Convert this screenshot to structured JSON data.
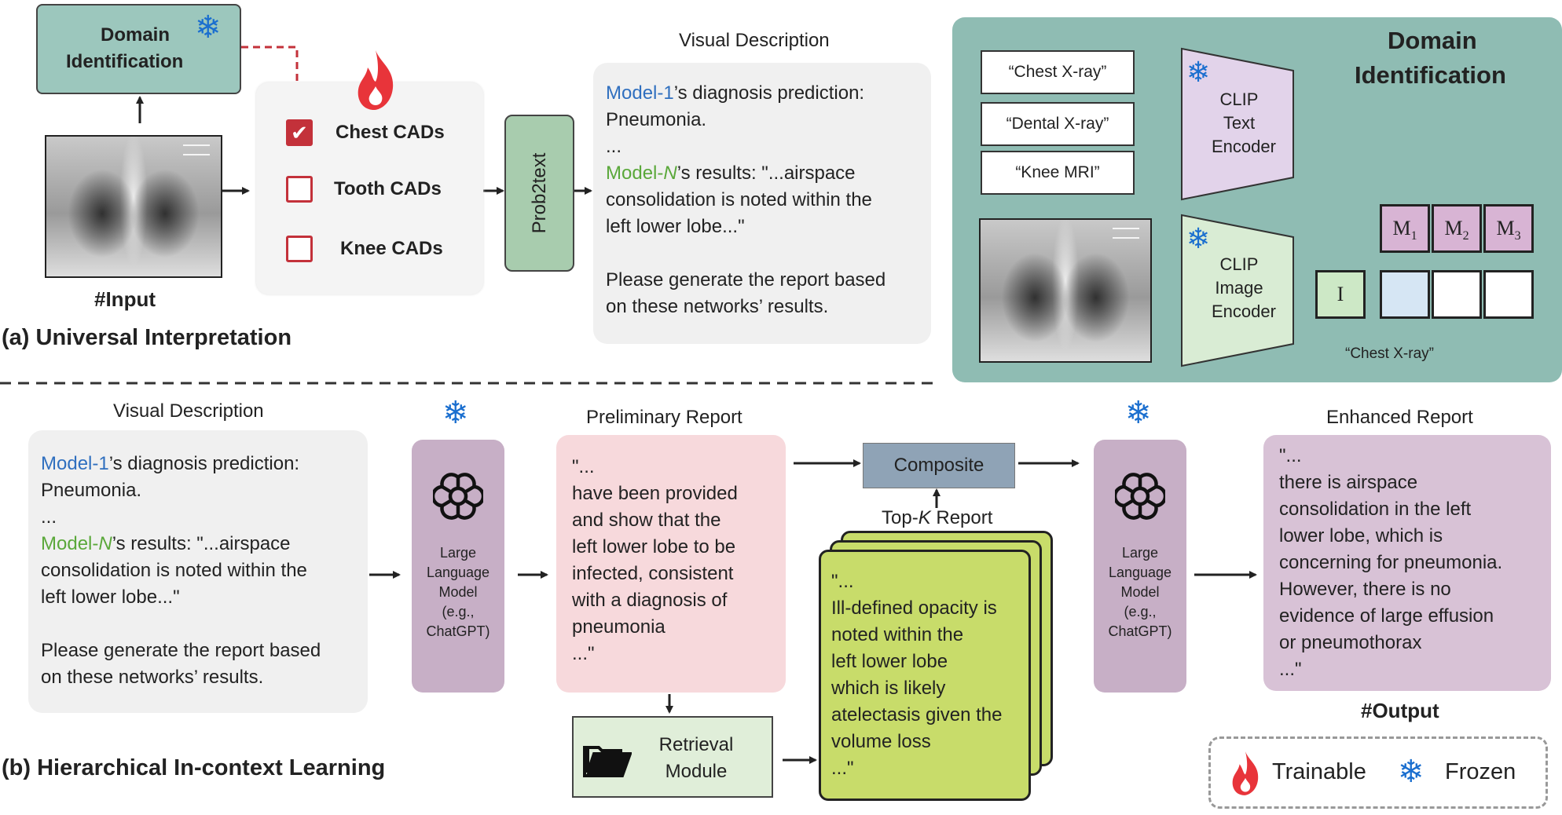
{
  "colors": {
    "teal_panel": "#8fbcb3",
    "domain_box": "#9cc7bd",
    "checkbox_red": "#c3313a",
    "model_1_blue": "#2f6fbf",
    "model_n_green": "#5aa83a",
    "prob2text_green": "#a8ccae",
    "llm_purple": "#c7afc6",
    "prelim_pink": "#f7d9dc",
    "composite_blue": "#8fa3b6",
    "topk_green": "#c8dc6a",
    "retrieval_green": "#e0eed9",
    "enhanced_purple": "#d8c2d6",
    "clip_text_purple": "#e2d3ea",
    "clip_image_green": "#d9ecd4"
  },
  "icons": [
    "snowflake-icon",
    "fire-icon",
    "checkmark-icon",
    "openai-logo-icon",
    "folder-icon"
  ],
  "part_a": {
    "domain_id_box": "Domain\nIdentification",
    "input_label": "#Input",
    "fire_icon": "fire-icon",
    "cads": [
      "Chest CADs",
      "Tooth CADs",
      "Knee CADs"
    ],
    "prob2text": "Prob2text",
    "visual_description_title": "Visual Description",
    "vd_model1_name": "Model-1",
    "vd_model1_suffix": "’s diagnosis prediction:",
    "vd_line2": "Pneumonia.",
    "vd_line3": "...",
    "vd_modeln_prefix": "Model-",
    "vd_modeln_italic": "N",
    "vd_modeln_suffix": "’s results: \"...airspace",
    "vd_line5": "consolidation is noted within the",
    "vd_line6": "left lower lobe...\"",
    "vd_line7": "Please generate the report based",
    "vd_line8": "on these networks’ results.",
    "section_label": "(a) Universal Interpretation"
  },
  "domain_panel": {
    "title_line1": "Domain",
    "title_line2": "Identification",
    "text_prompts": [
      "“Chest X-ray”",
      "“Dental X-ray”",
      "“Knee MRI”"
    ],
    "clip_text_encoder": [
      "CLIP",
      "Text",
      "Encoder"
    ],
    "clip_image_encoder": [
      "CLIP",
      "Image",
      "Encoder"
    ],
    "m_boxes": [
      "M",
      "M",
      "M"
    ],
    "m_subscripts": [
      "1",
      "2",
      "3"
    ],
    "image_feature": "I",
    "result": "“Chest X-ray”"
  },
  "part_b": {
    "visual_description_title": "Visual Description",
    "vd_model1_name": "Model-1",
    "vd_model1_suffix": "’s diagnosis prediction:",
    "vd_line2": "Pneumonia.",
    "vd_line3": "...",
    "vd_modeln_prefix": "Model-",
    "vd_modeln_italic": "N",
    "vd_modeln_suffix": "’s results: \"...airspace",
    "vd_line5": "consolidation is noted within the",
    "vd_line6": "left lower lobe...\"",
    "vd_line7": "Please generate the report based",
    "vd_line8": "on these networks’ results.",
    "llm_lines": [
      "Large",
      "Language",
      "Model",
      "(e.g.,",
      "ChatGPT)"
    ],
    "preliminary_title": "Preliminary Report",
    "preliminary_lines": [
      "\"...",
      "have been provided",
      "and show that the",
      "left lower lobe to be",
      "infected, consistent",
      "with a diagnosis of",
      "pneumonia",
      " ...\""
    ],
    "composite": "Composite",
    "topk_prefix": "Top-",
    "topk_italic": "K",
    "topk_suffix": " Report",
    "topk_lines": [
      "\"...",
      "Ill-defined opacity is",
      "noted within the",
      "left lower lobe",
      "which is likely",
      "atelectasis given the",
      "volume loss",
      "...\""
    ],
    "retrieval_lines": [
      "Retrieval",
      "Module"
    ],
    "enhanced_title": "Enhanced Report",
    "enhanced_lines": [
      "\"...",
      "there is airspace",
      "consolidation in the left",
      "lower lobe, which is",
      "concerning for pneumonia.",
      "However, there is no",
      "evidence of large effusion",
      "or pneumothorax",
      " ...\""
    ],
    "output_label": "#Output",
    "section_label": "(b) Hierarchical In-context Learning",
    "legend_trainable": "Trainable",
    "legend_frozen": "Frozen"
  }
}
